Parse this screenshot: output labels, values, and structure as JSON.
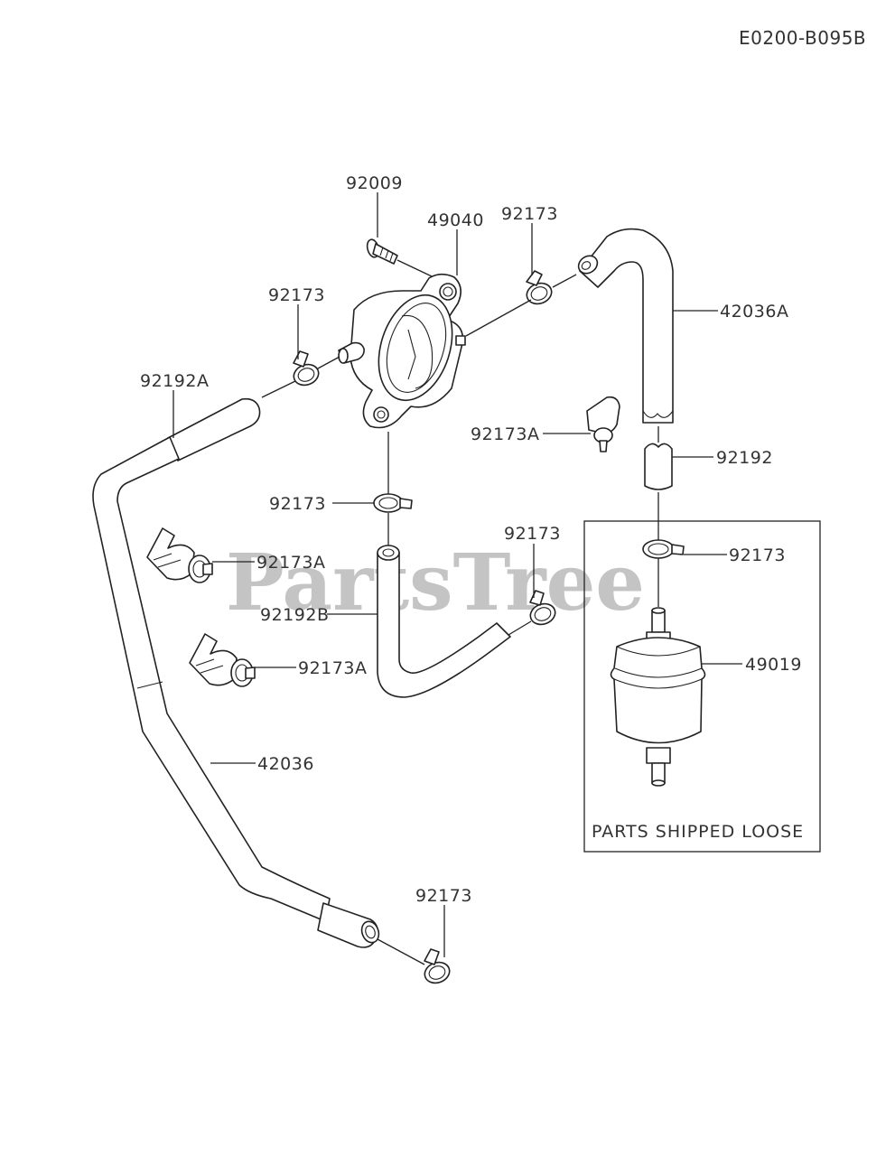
{
  "diagram_code": "E0200-B095B",
  "watermark": "PartsTree",
  "box_label": "PARTS SHIPPED LOOSE",
  "labels": {
    "l_92009": "92009",
    "l_49040": "49040",
    "l_92173_top": "92173",
    "l_92173_left": "92173",
    "l_42036A": "42036A",
    "l_92192A": "92192A",
    "l_92173A_right": "92173A",
    "l_92192": "92192",
    "l_92173_mid": "92173",
    "l_92173_center": "92173",
    "l_92173A_left1": "92173A",
    "l_92173_box": "92173",
    "l_92192B": "92192B",
    "l_49019": "49019",
    "l_92173A_left2": "92173A",
    "l_42036": "42036",
    "l_92173_bottom": "92173"
  }
}
